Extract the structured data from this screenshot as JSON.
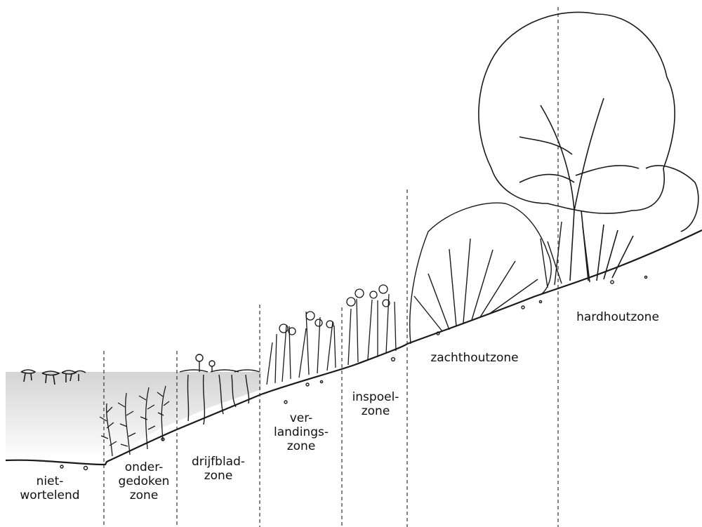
{
  "zones": [
    {
      "id": "niet-wortelend",
      "lines": [
        "niet-",
        "wortelend"
      ]
    },
    {
      "id": "ondergedoken",
      "lines": [
        "onder-",
        "gedoken",
        "zone"
      ]
    },
    {
      "id": "drijfblad",
      "lines": [
        "drijfblad-",
        "zone"
      ]
    },
    {
      "id": "verlandings",
      "lines": [
        "ver-",
        "landings-",
        "zone"
      ]
    },
    {
      "id": "inspoel",
      "lines": [
        "inspoel-",
        "zone"
      ]
    },
    {
      "id": "zachthout",
      "lines": [
        "zachthoutzone"
      ]
    },
    {
      "id": "hardhout",
      "lines": [
        "hardhoutzone"
      ]
    }
  ],
  "colors": {
    "water_top": "#d4d4d4",
    "water_bottom": "#ffffff",
    "ink": "#1a1a1a",
    "divider": "#333333"
  }
}
